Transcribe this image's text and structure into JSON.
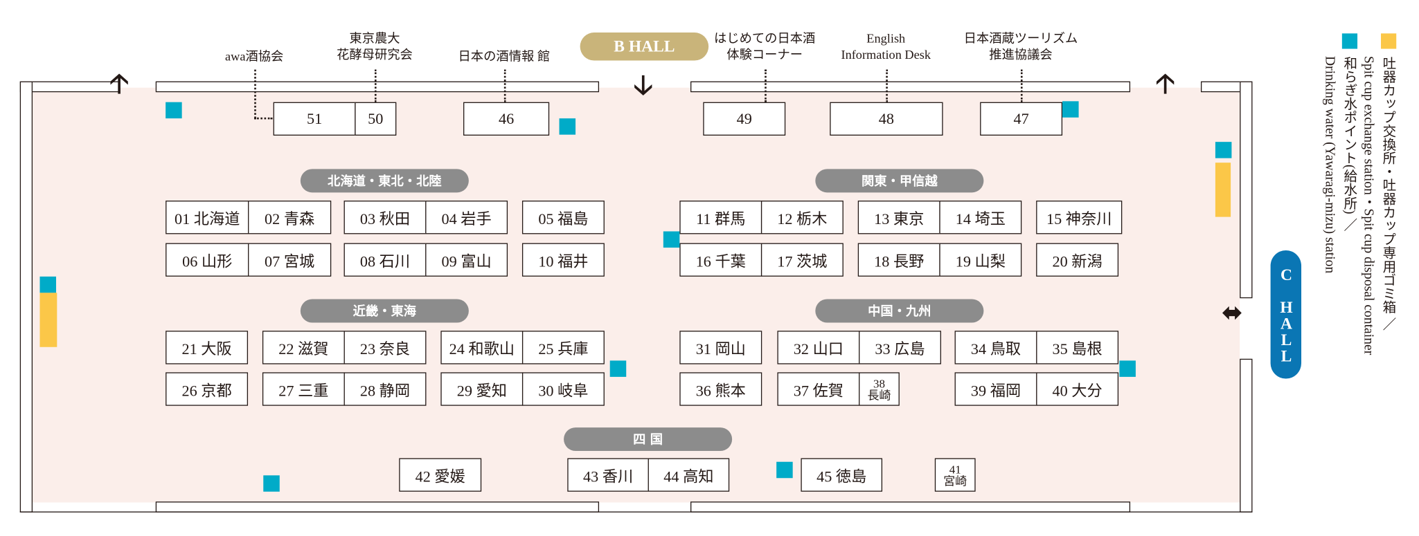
{
  "halls": {
    "b_hall": "B HALL",
    "c_hall": "C HALL"
  },
  "labels": {
    "awa": "awa酒協会",
    "nodai_1": "東京農大",
    "nodai_2": "花酵母研究会",
    "info": "日本の酒情報 館",
    "hajimete_1": "はじめての日本酒",
    "hajimete_2": "体験コーナー",
    "english_1": "English",
    "english_2": "Information Desk",
    "tourism_1": "日本酒蔵ツーリズム",
    "tourism_2": "推進協議会"
  },
  "regions": {
    "hokkaido": "北海道・東北・北陸",
    "kanto": "関東・甲信越",
    "kinki": "近畿・東海",
    "chugoku": "中国・九州",
    "shikoku": "四 国"
  },
  "booths": {
    "b51": "51",
    "b50": "50",
    "b46": "46",
    "b49": "49",
    "b48": "48",
    "b47": "47",
    "b01": "01 北海道",
    "b02": "02 青森",
    "b03": "03 秋田",
    "b04": "04 岩手",
    "b05": "05 福島",
    "b06": "06 山形",
    "b07": "07 宮城",
    "b08": "08 石川",
    "b09": "09 富山",
    "b10": "10 福井",
    "b11": "11 群馬",
    "b12": "12 栃木",
    "b13": "13 東京",
    "b14": "14 埼玉",
    "b15": "15 神奈川",
    "b16": "16 千葉",
    "b17": "17 茨城",
    "b18": "18 長野",
    "b19": "19 山梨",
    "b20": "20 新潟",
    "b21": "21 大阪",
    "b22": "22 滋賀",
    "b23": "23 奈良",
    "b24": "24 和歌山",
    "b25": "25 兵庫",
    "b26": "26 京都",
    "b27": "27 三重",
    "b28": "28 静岡",
    "b29": "29 愛知",
    "b30": "30 岐阜",
    "b31": "31 岡山",
    "b32": "32 山口",
    "b33": "33 広島",
    "b34": "34 鳥取",
    "b35": "35 島根",
    "b36": "36 熊本",
    "b37": "37 佐賀",
    "b38_num": "38",
    "b38_name": "長崎",
    "b39": "39 福岡",
    "b40": "40 大分",
    "b41_num": "41",
    "b41_name": "宮崎",
    "b42": "42 愛媛",
    "b43": "43 香川",
    "b44": "44 高知",
    "b45": "45 徳島"
  },
  "legend": {
    "spit_jp": "吐器カップ交換所・吐器カップ専用ゴミ箱 ／",
    "spit_en": "Spit cup exchange station・Spit cup disposal container",
    "water_jp": "和らぎ水ポイント(給水所) ／",
    "water_en": "Drinking water (Yawaragi-mizu) station"
  },
  "colors": {
    "floor": "#fbeeea",
    "water": "#00abc8",
    "spit": "#fbc748",
    "region": "#8c8c8c",
    "b_hall": "#c9b47a",
    "c_hall": "#0a76b4"
  }
}
